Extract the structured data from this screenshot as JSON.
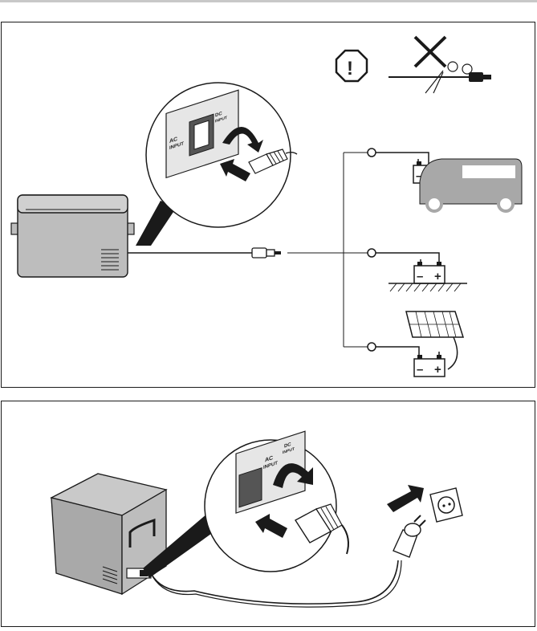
{
  "panels": {
    "dc": {
      "inset_port_labels": {
        "ac": "AC",
        "ac_sub": "INPUT",
        "dc": "DC",
        "dc_sub": "INPUT"
      },
      "warning_symbol": "!",
      "battery_terminals": {
        "minus": "–",
        "plus": "+"
      },
      "sources": [
        "vehicle-battery-icon",
        "grounded-battery-icon",
        "solar-panel-battery-icon"
      ]
    },
    "ac": {
      "inset_port_labels": {
        "ac": "AC",
        "ac_sub": "INPUT",
        "dc": "DC",
        "dc_sub": "INPUT"
      }
    }
  },
  "colors": {
    "line": "#1a1a1a",
    "device_fill": "#bdbdbd",
    "device_dark": "#8c8c8c",
    "arrow": "#1a1a1a"
  }
}
